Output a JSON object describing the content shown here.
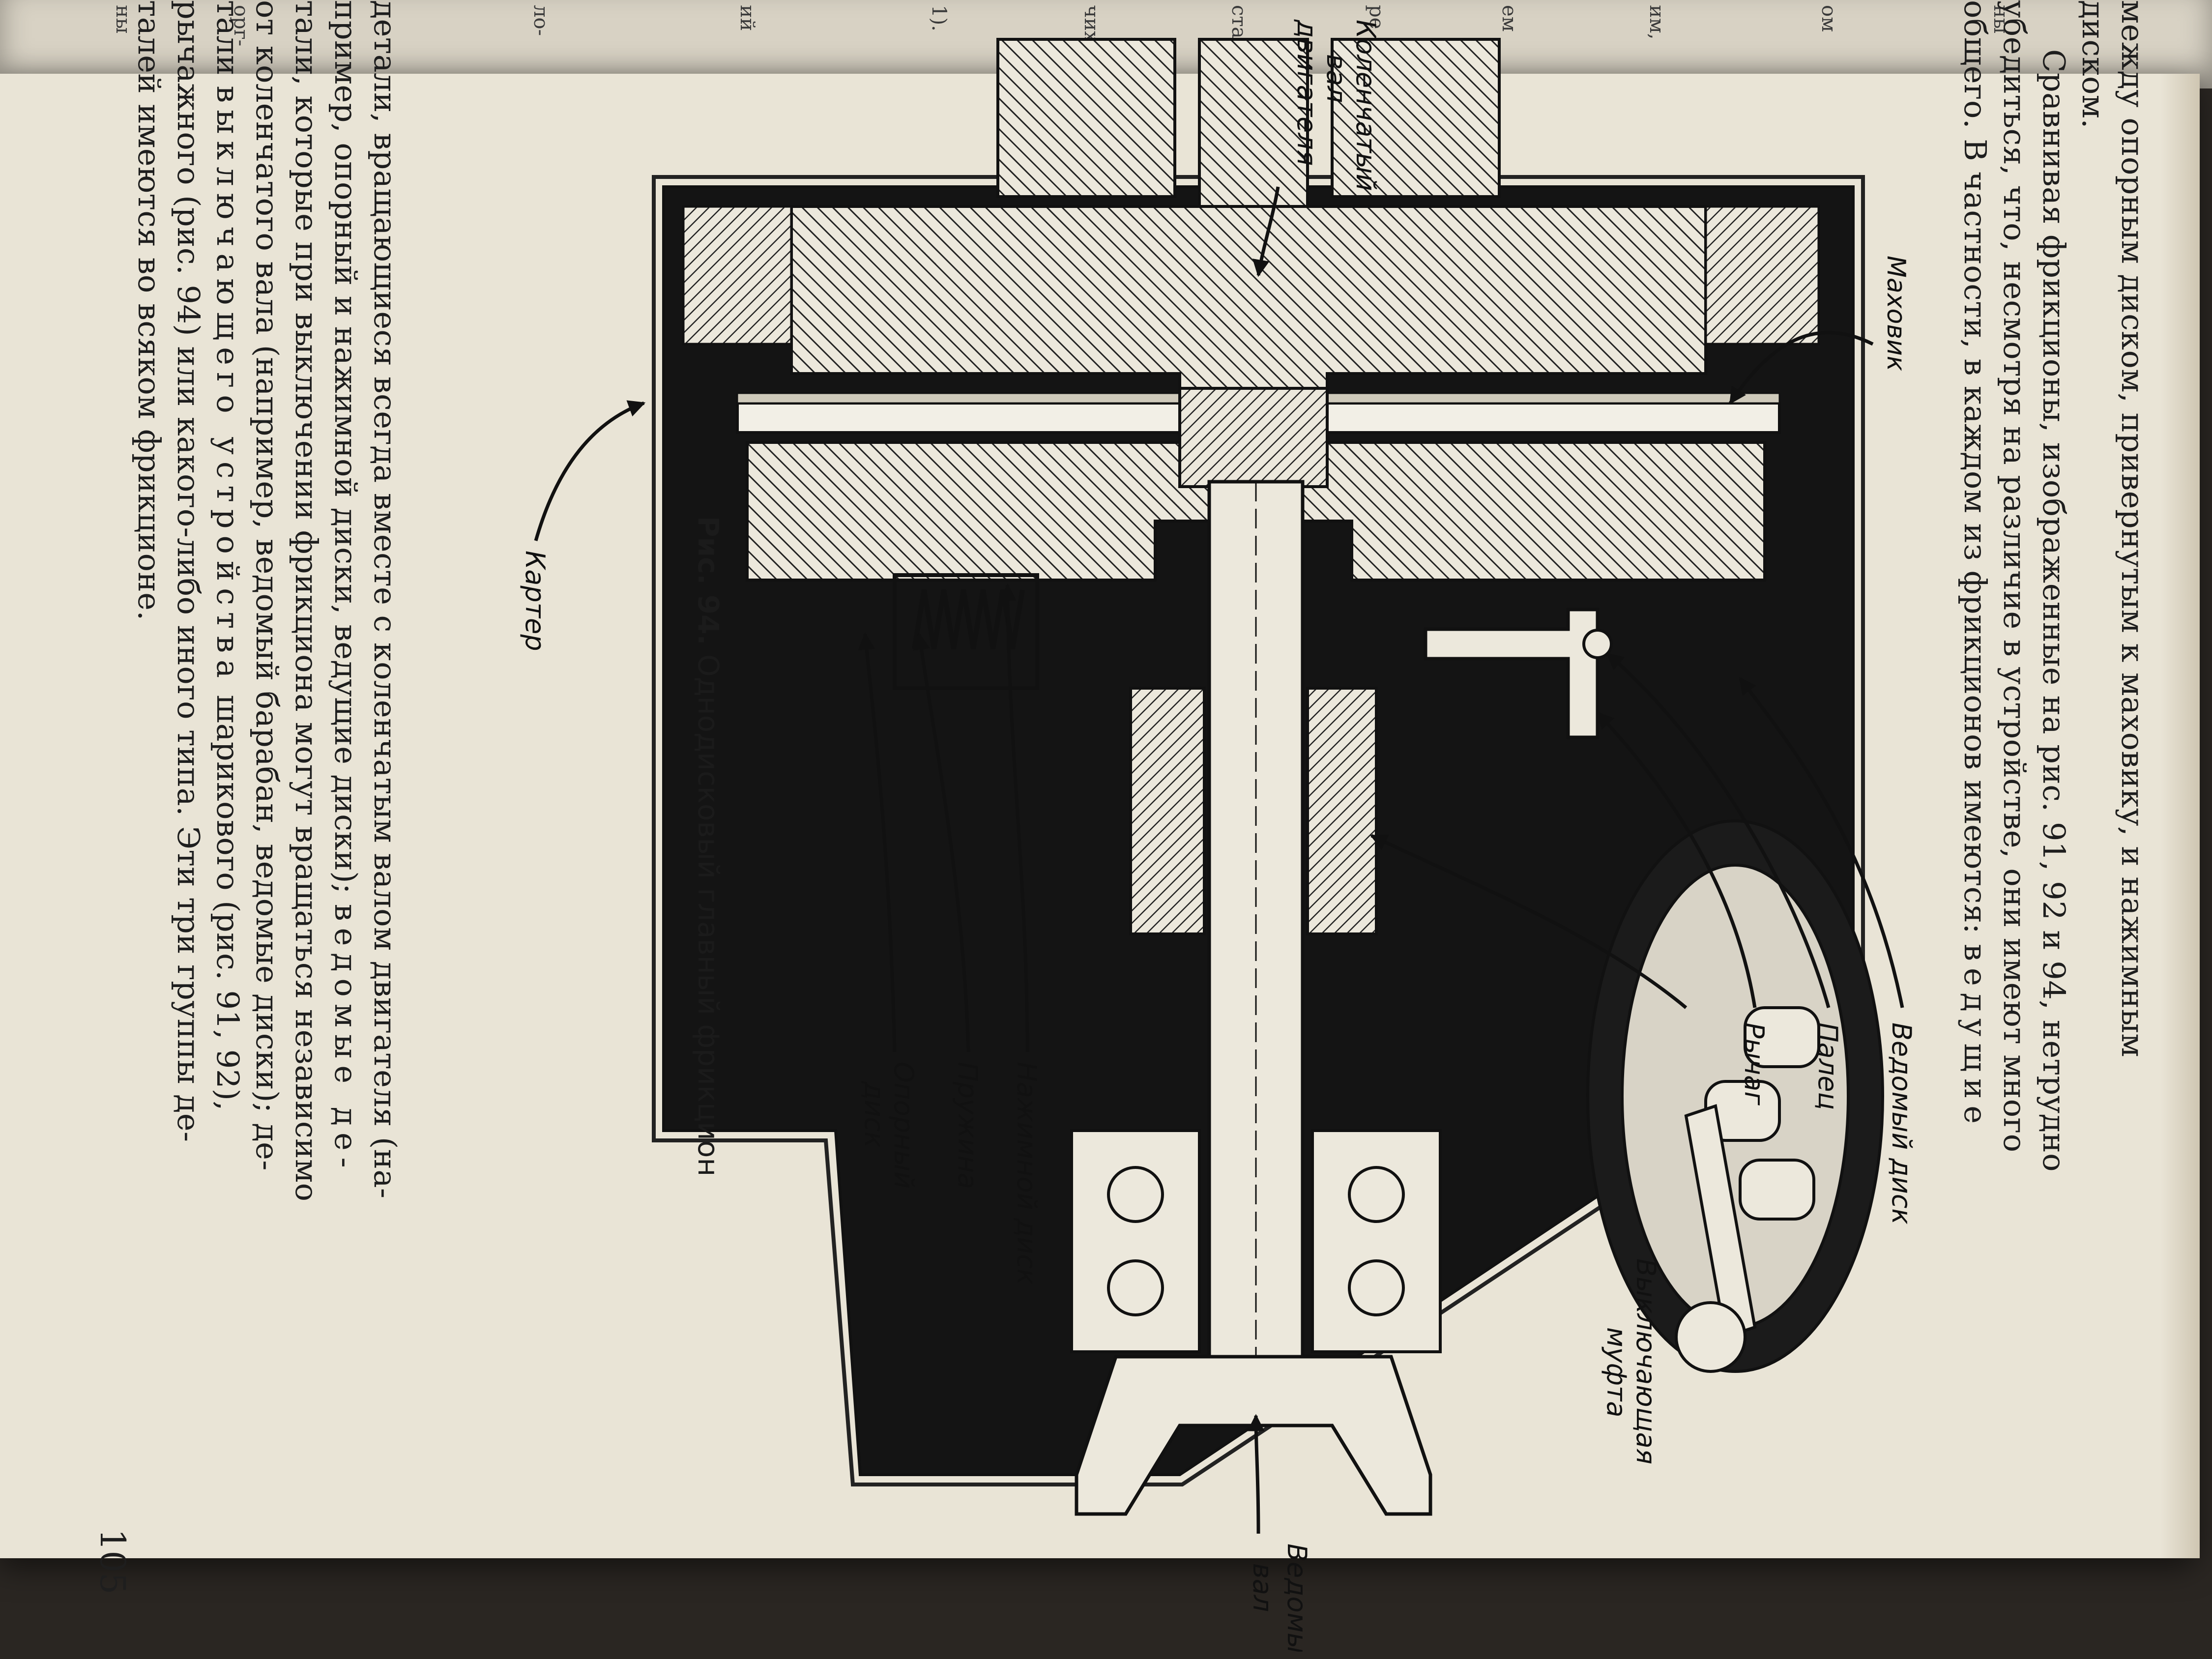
{
  "prev_page": {
    "fragments": [
      "ны",
      "орг-",
      "ло-",
      "ий",
      "1).",
      "чих",
      "ста-",
      "ре",
      "ем",
      "им,",
      "ом",
      "ны"
    ]
  },
  "top_text": {
    "line1": "между опорным диском, привернутым к маховику, и нажимным",
    "line2": "диском.",
    "line3": "Сравнивая фрикционы, изображенные на рис. 91, 92 и 94, нетрудно",
    "line4": "убедиться, что, несмотря на различие в устройстве, они имеют много",
    "line5_a": "общего. В частности, в каждом из фрикционов имеются:",
    "line5_b": "ведущие"
  },
  "figure": {
    "labels": {
      "flywheel": "Маховик",
      "crankshaft_1": "Коленчатый",
      "crankshaft_2": "вал",
      "crankshaft_3": "двигателя",
      "driven_disc": "Ведомый диск",
      "pin": "Палец",
      "lever": "Рычаг",
      "release_1": "Выключающая",
      "release_2": "муфта",
      "driven_shaft_1": "Ведомый",
      "driven_shaft_2": "вал",
      "pressure_disc": "Нажимной диск",
      "spring": "Пружина",
      "support_1": "Опорный",
      "support_2": "диск",
      "housing": "Картер"
    },
    "caption_num": "Рис. 94.",
    "caption_text": "Однодисковый главный фрикцион"
  },
  "body_text": {
    "line1": "детали, вращающиеся всегда вместе с коленчатым валом двигателя (на-",
    "line2_a": "пример, опорный и нажимной диски, ведущие диски);",
    "line2_b": "ведомые де-",
    "line3": "тали, которые при выключении фрикциона могут вращаться независимо",
    "line4": "от коленчатого вала (например, ведомый барабан, ведомые диски); де-",
    "line5_a": "тали",
    "line5_b": "выключающего устройства",
    "line5_c": "шарикового (рис. 91, 92),",
    "line6": "рычажного (рис. 94) или какого-либо иного типа. Эти три группы де-",
    "line7": "талей имеются во всяком фрикционе."
  },
  "page_number": "105"
}
